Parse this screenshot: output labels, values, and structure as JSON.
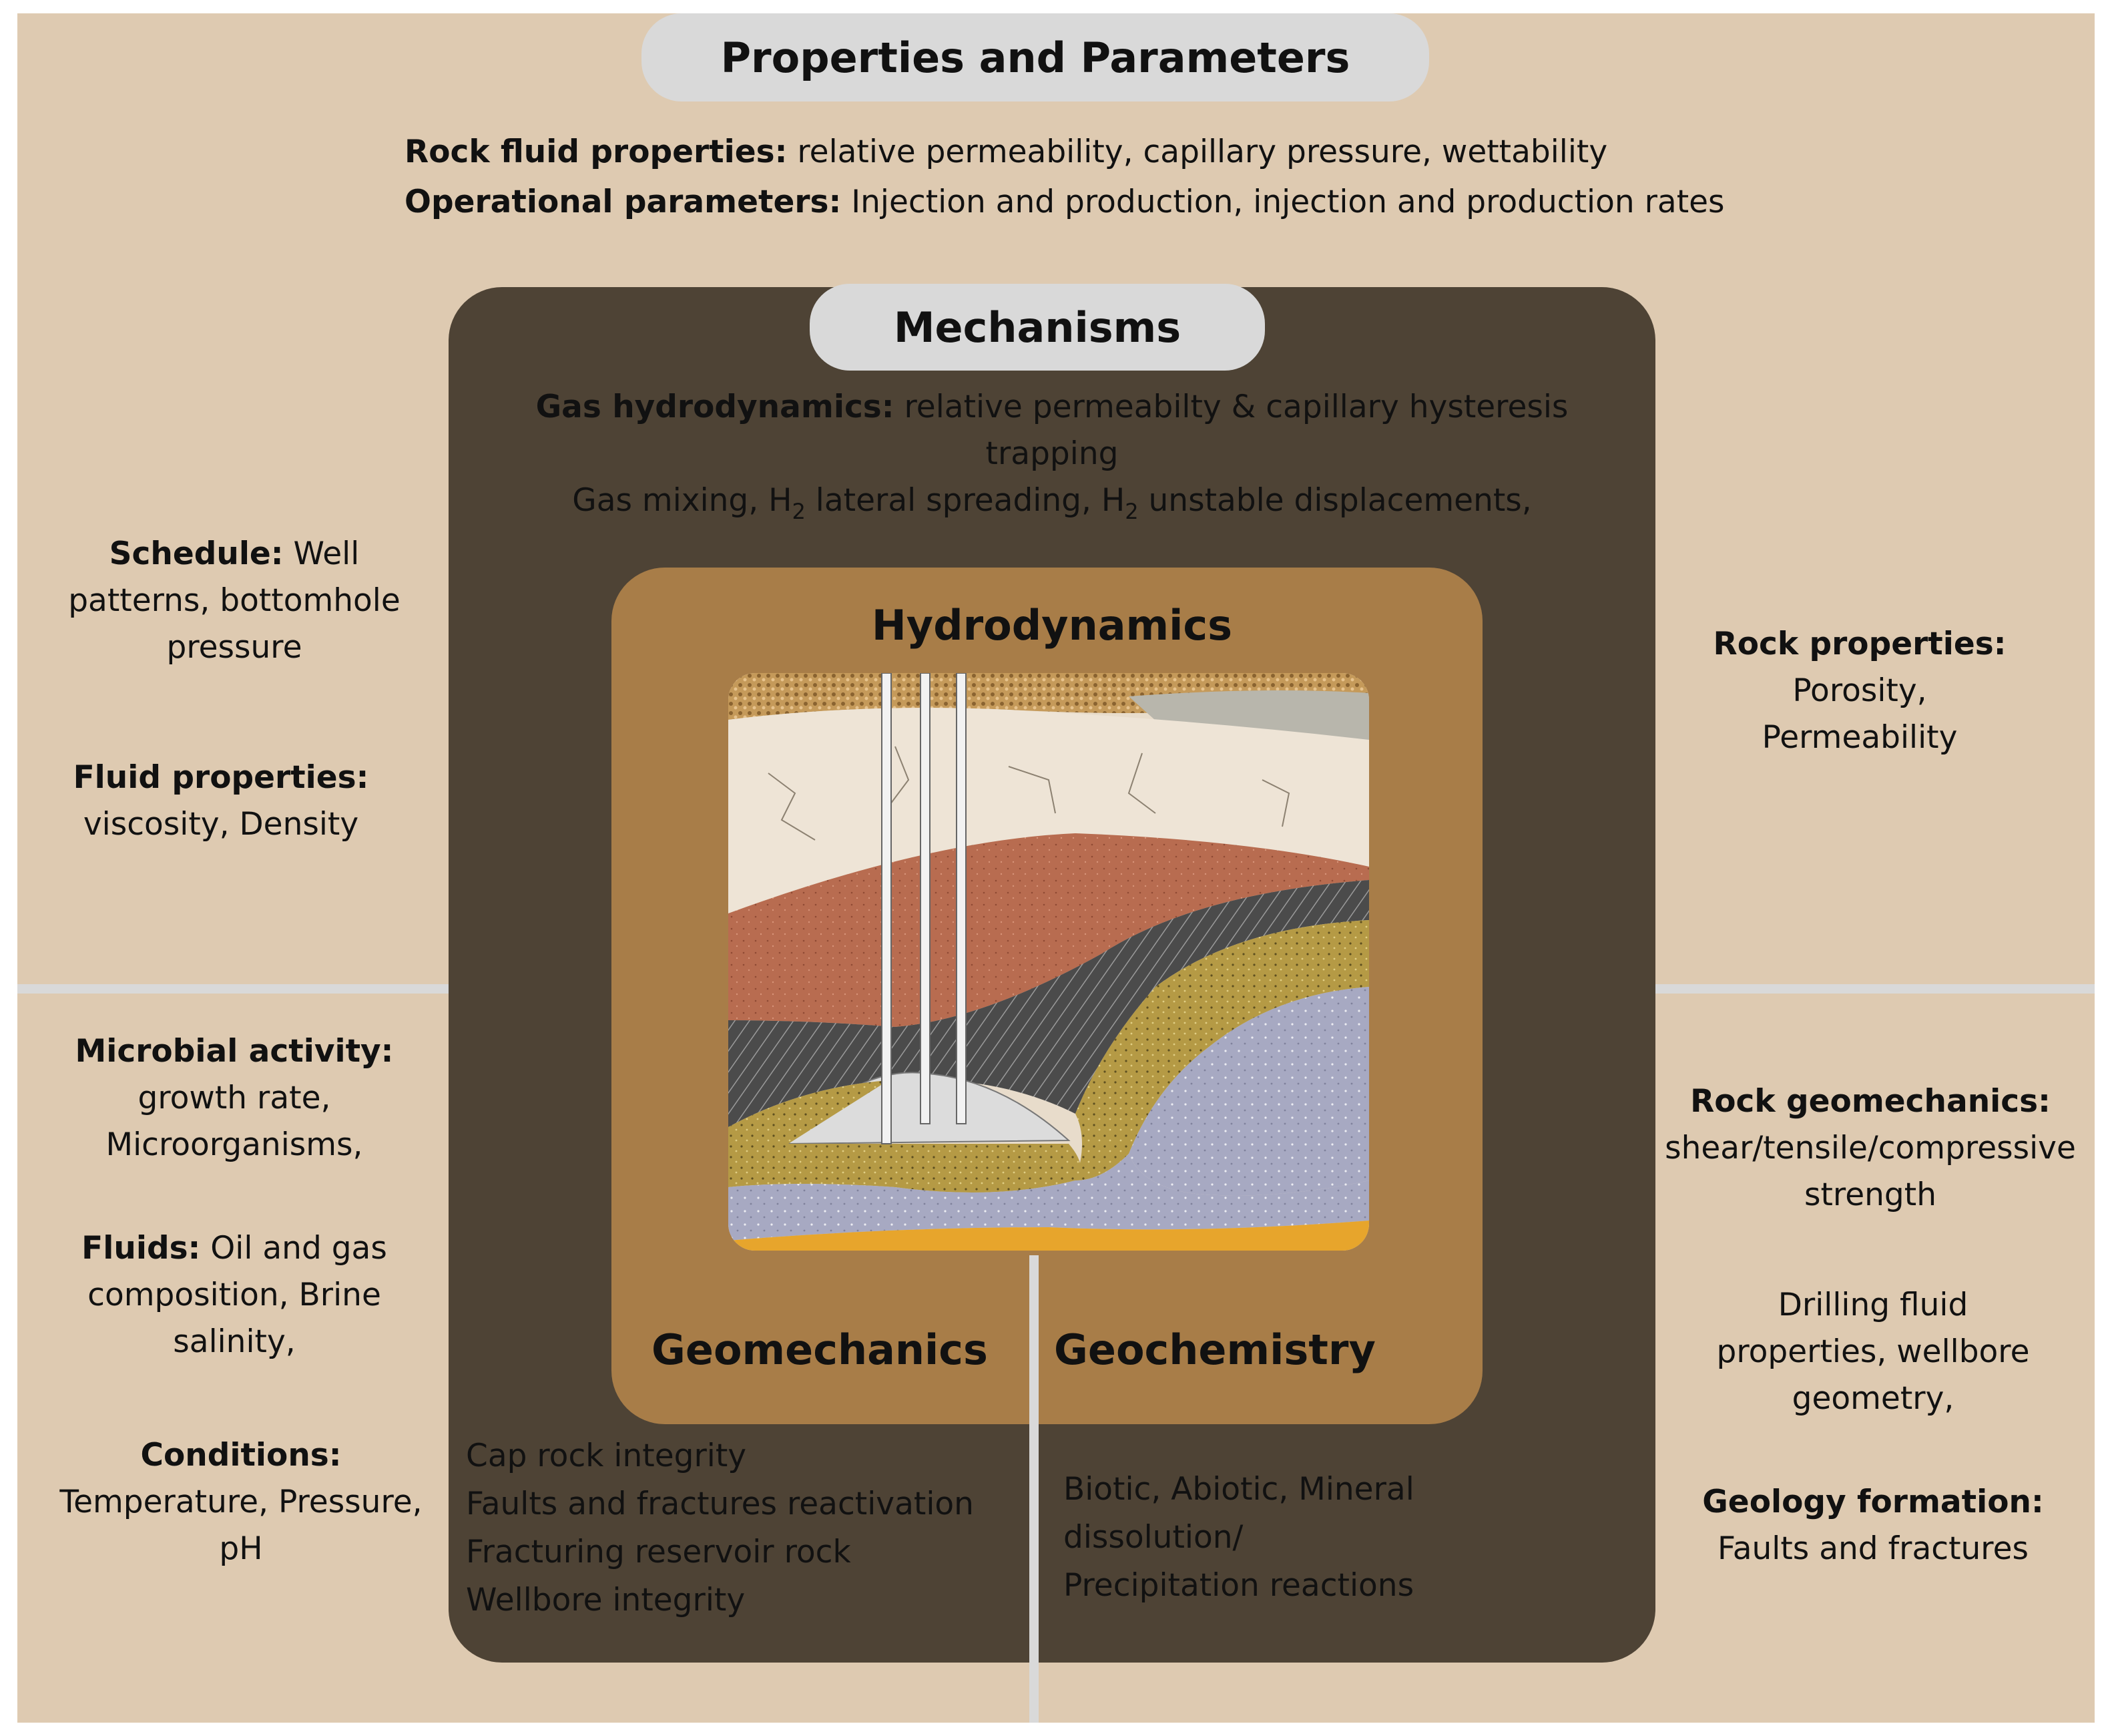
{
  "title": "Properties and Parameters",
  "top_properties": {
    "rock_fluid_label": "Rock fluid properties:",
    "rock_fluid_text": " relative permeability, capillary pressure, wettability",
    "operational_label": "Operational parameters:",
    "operational_text": " Injection and production, injection and production rates"
  },
  "mechanisms": {
    "title": "Mechanisms",
    "gas_hydro_label": "Gas hydrodynamics:",
    "gas_hydro_text": " relative permeabilty & capillary hysteresis",
    "trapping": "trapping",
    "line3_a": "Gas  mixing, H",
    "sub_2a": "2",
    "line3_b": " lateral spreading,  H",
    "sub_2b": "2",
    "line3_c": " unstable displacements,"
  },
  "hydrodynamics": {
    "title": "Hydrodynamics"
  },
  "geomechanics": {
    "title": "Geomechanics",
    "items": [
      "Cap rock integrity",
      "Faults and fractures reactivation",
      "Fracturing reservoir rock",
      "Wellbore integrity"
    ]
  },
  "geochemistry": {
    "title": "Geochemistry",
    "lines": [
      "Biotic, Abiotic, Mineral",
      "dissolution/",
      "Precipitation reactions"
    ]
  },
  "left_column": {
    "schedule_label": "Schedule:",
    "schedule_text_1": " Well",
    "schedule_text_2": "patterns, bottomhole",
    "schedule_text_3": "pressure",
    "fluid_props_label": "Fluid properties:",
    "fluid_props_text": "viscosity, Density",
    "microbial_label": "Microbial activity:",
    "microbial_text_1": "growth rate,",
    "microbial_text_2": "Microorganisms,",
    "fluids_label": "Fluids:",
    "fluids_text_1": " Oil and gas",
    "fluids_text_2": "composition, Brine",
    "fluids_text_3": "salinity,",
    "conditions_label": "Conditions:",
    "conditions_text_1": "Temperature, Pressure,",
    "conditions_text_2": "pH"
  },
  "right_column": {
    "rock_props_label": "Rock properties:",
    "rock_props_text_1": "Porosity,",
    "rock_props_text_2": "Permeability",
    "geomech_label": "Rock geomechanics:",
    "geomech_text_1": "shear/tensile/compressive",
    "geomech_text_2": "strength",
    "drilling_1": "Drilling fluid",
    "drilling_2": "properties, wellbore",
    "drilling_3": "geometry,",
    "geology_label": "Geology formation:",
    "geology_text": "Faults and fractures"
  },
  "colors": {
    "background": "#decab1",
    "mechanisms_box": "#4e4335",
    "hydrodynamics_box": "#a87d48",
    "pill": "#d9d9d9",
    "divider": "#d9d9d9"
  }
}
